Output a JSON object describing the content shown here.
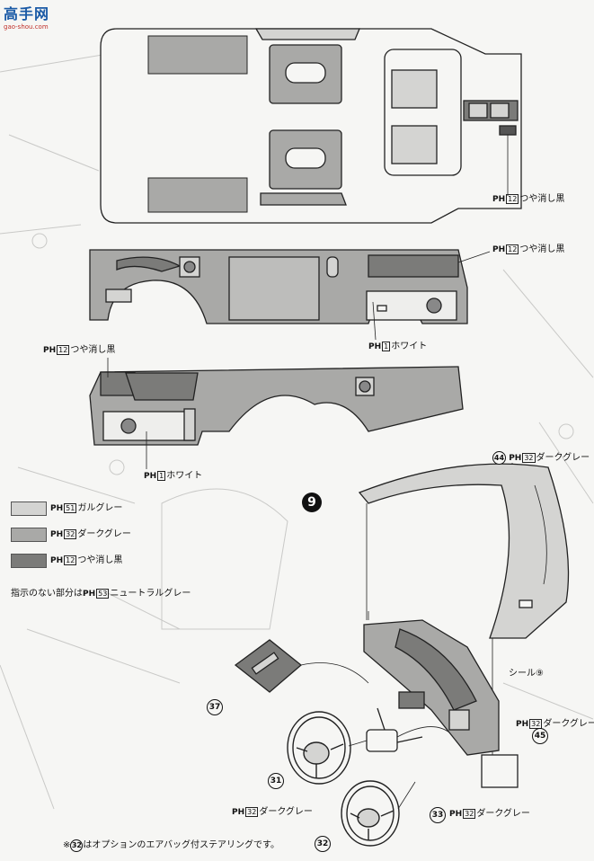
{
  "logo": {
    "text": "高手网",
    "sub": "gao-shou.com"
  },
  "step": {
    "number": "9"
  },
  "paint_prefix": "PH",
  "labels": {
    "matte_black": "つや消し黒",
    "white": "ホワイト",
    "gull_gray": "ガルグレー",
    "dark_gray": "ダークグレー",
    "seal": "シール⑨"
  },
  "codes": {
    "matte_black": "12",
    "white": "1",
    "gull_gray": "51",
    "dark_gray": "32",
    "neutral_gray": "53"
  },
  "legend": [
    {
      "code": "51",
      "name": "ガルグレー",
      "color": "#d4d4d2"
    },
    {
      "code": "32",
      "name": "ダークグレー",
      "color": "#a9a9a7"
    },
    {
      "code": "12",
      "name": "つや消し黒",
      "color": "#7b7b79"
    }
  ],
  "note_default": {
    "before": "指示のない部分は",
    "code": "53",
    "after": "ニュートラルグレー"
  },
  "footnote": {
    "mark": "※",
    "part": "32",
    "text": "はオプションのエアバッグ付ステアリングです。"
  },
  "parts": [
    "44",
    "37",
    "45",
    "31",
    "33",
    "32"
  ],
  "colors": {
    "gull": "#d4d4d2",
    "dark": "#a9a9a7",
    "black": "#7b7b79",
    "line": "#222222"
  }
}
